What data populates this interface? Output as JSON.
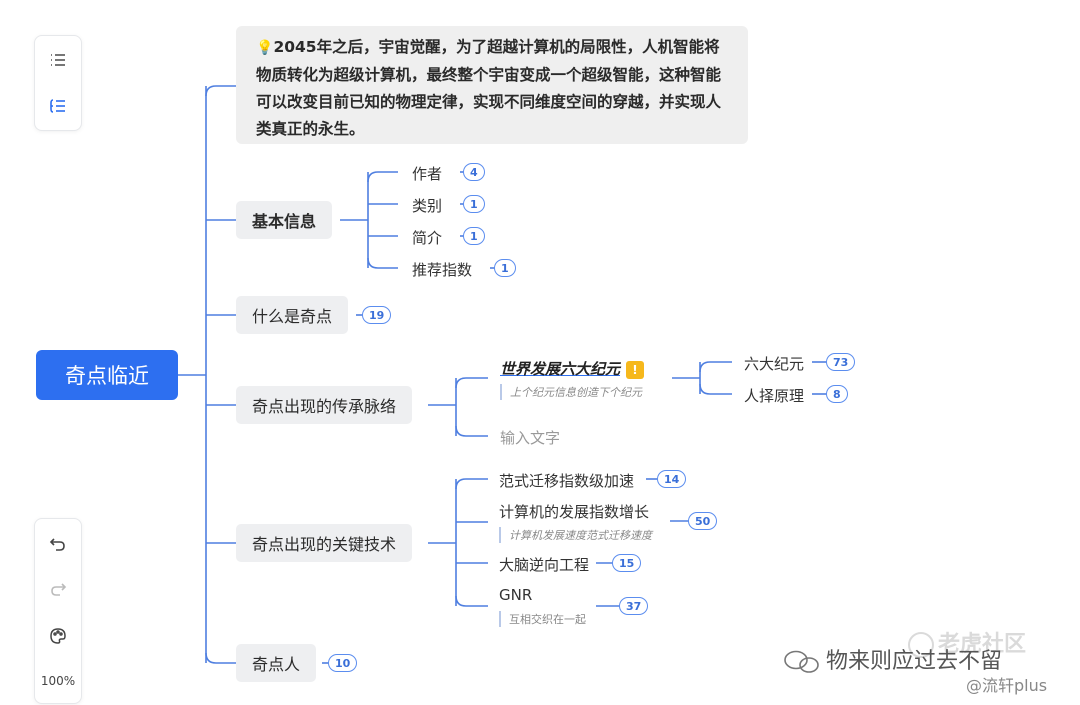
{
  "toolbar": {
    "zoom": "100%"
  },
  "root": {
    "label": "奇点临近"
  },
  "intro": {
    "icon": "💡",
    "text": "2045年之后，宇宙觉醒，为了超越计算机的局限性，人机智能将物质转化为超级计算机，最终整个宇宙变成一个超级智能，这种智能可以改变目前已知的物理定律，实现不同维度空间的穿越，并实现人类真正的永生。"
  },
  "basic_info": {
    "label": "基本信息",
    "children": [
      {
        "label": "作者",
        "count": "4"
      },
      {
        "label": "类别",
        "count": "1"
      },
      {
        "label": "简介",
        "count": "1"
      },
      {
        "label": "推荐指数",
        "count": "1"
      }
    ]
  },
  "what_is": {
    "label": "什么是奇点",
    "count": "19"
  },
  "lineage": {
    "label": "奇点出现的传承脉络",
    "child1": {
      "label": "世界发展六大纪元",
      "flag": "!",
      "note": "上个纪元信息创造下个纪元",
      "children": [
        {
          "label": "六大纪元",
          "count": "73"
        },
        {
          "label": "人择原理",
          "count": "8"
        }
      ]
    },
    "child2_placeholder": "输入文字"
  },
  "tech": {
    "label": "奇点出现的关键技术",
    "children": [
      {
        "label": "范式迁移指数级加速",
        "count": "14"
      },
      {
        "label": "计算机的发展指数增长",
        "count": "50",
        "note": "计算机发展速度范式迁移速度"
      },
      {
        "label": "大脑逆向工程",
        "count": "15"
      },
      {
        "label": "GNR",
        "count": "37",
        "note": "互相交织在一起"
      }
    ]
  },
  "people": {
    "label": "奇点人",
    "count": "10"
  },
  "watermark": {
    "line1": "物来则应过去不留",
    "line2": "@流轩plus",
    "logo_text": "老虎社区"
  },
  "colors": {
    "accent": "#2d6ff0",
    "connector": "#4f7fe0",
    "node_bg": "#eeeff1"
  }
}
